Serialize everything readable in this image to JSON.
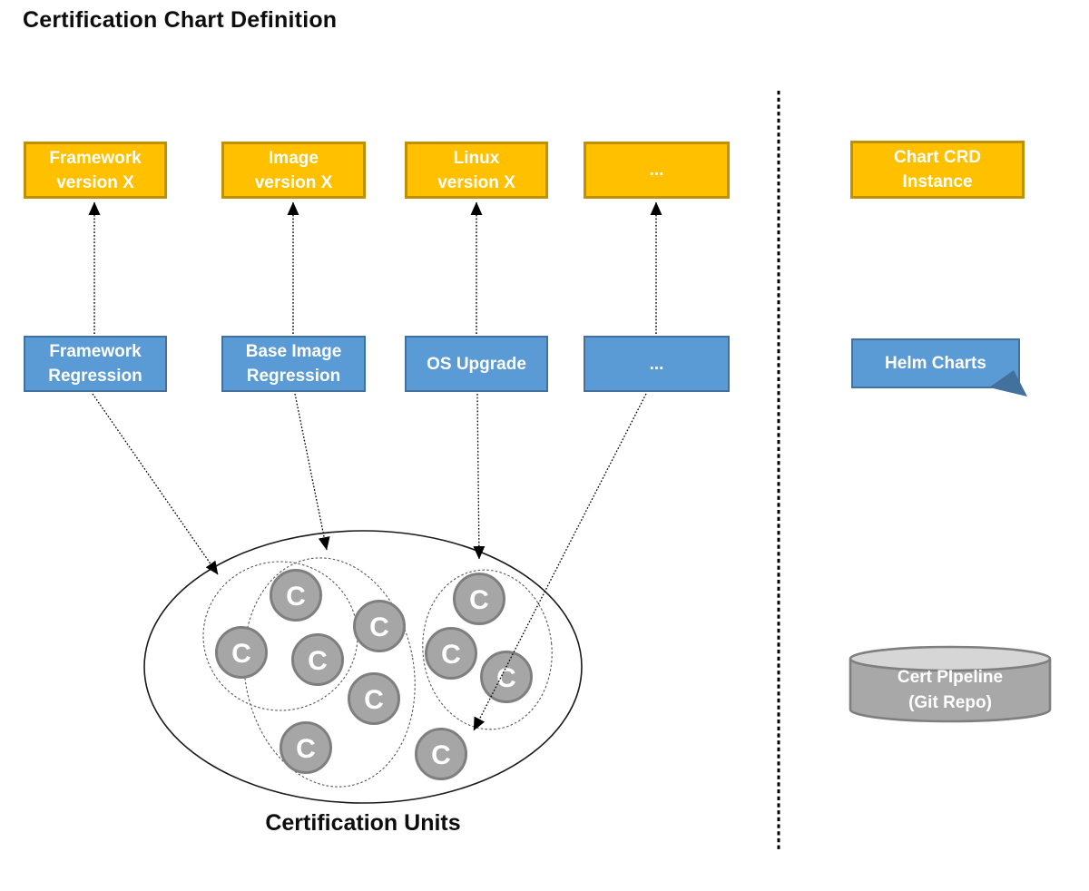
{
  "title": "Certification Chart Definition",
  "top_row": {
    "framework": {
      "l1": "Framework",
      "l2": "version X"
    },
    "image": {
      "l1": "Image",
      "l2": "version X"
    },
    "linux": {
      "l1": "Linux",
      "l2": "version X"
    },
    "more": {
      "l1": "..."
    }
  },
  "bottom_row": {
    "framework_regression": {
      "l1": "Framework",
      "l2": "Regression"
    },
    "base_image_regression": {
      "l1": "Base Image",
      "l2": "Regression"
    },
    "os_upgrade": {
      "l1": "OS Upgrade"
    },
    "more": {
      "l1": "..."
    }
  },
  "legend": {
    "chart_crd": {
      "l1": "Chart CRD",
      "l2": "Instance"
    },
    "helm_charts": {
      "l1": "Helm Charts"
    },
    "cert_pipeline": {
      "l1": "Cert PIpeline",
      "l2": "(Git Repo)"
    }
  },
  "units": {
    "caption": "Certification Units",
    "circle_label": "C",
    "circle_count": 10
  },
  "colors": {
    "orange_fill": "#FFC000",
    "orange_border": "#BF9000",
    "blue_fill": "#5B9BD5",
    "blue_border": "#41719C",
    "gray_fill": "#A6A6A6",
    "gray_border": "#7F7F7F",
    "cylinder_top": "#D6D6D6",
    "line_black": "#000000"
  }
}
